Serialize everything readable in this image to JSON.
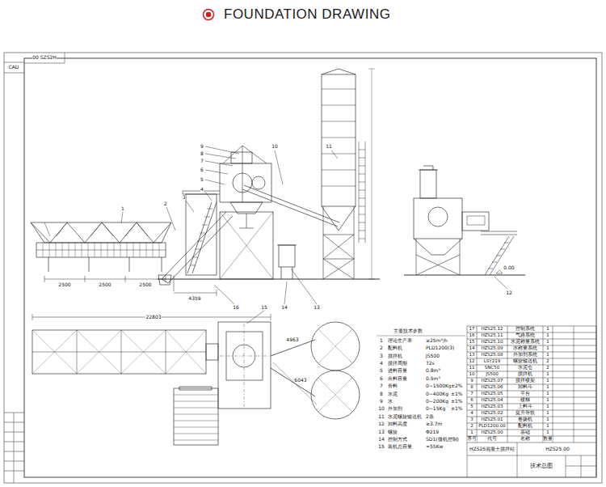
{
  "diagram": {
    "title": "FOUNDATION DRAWING",
    "labels": [
      "CAD",
      "00 SZS2H",
      "1",
      "2",
      "3",
      "4",
      "5",
      "6",
      "7",
      "8",
      "9",
      "10",
      "11",
      "2500",
      "2500",
      "2500",
      "4359",
      "16",
      "14",
      "13",
      "0.00",
      "12",
      "22803",
      "15",
      "6043",
      "4963",
      "主要技术参数",
      "1",
      "理论生产率",
      "≥25m³/h",
      "2",
      "配料机",
      "PLD1200(3)",
      "3",
      "搅拌机",
      "JS500",
      "4",
      "搅拌周期",
      "72s",
      "5",
      "进料容量",
      "0.8m³",
      "6",
      "出料容量",
      "0.5m³",
      "7",
      "骨料",
      "0~1500Kg",
      "8",
      "水泥",
      "0~400Kg",
      "9",
      "水",
      "0~200Kg",
      "10",
      "外加剂",
      "0~15Kg",
      "11",
      "水泥螺旋输送机",
      "2条",
      "12",
      "卸料高度",
      "≥3.7m",
      "13",
      "螺旋",
      "Φ219",
      "14",
      "控制方式",
      "SD1(微机控制)",
      "15",
      "装机总容量",
      "≈55Kw",
      "±2%",
      "±1%",
      "±1%",
      "±1%",
      "17",
      "HZS25.12",
      "控制系统",
      "1",
      "16",
      "HZS25.11",
      "气路系统",
      "1",
      "15",
      "HZS25.10",
      "水泥称量系统",
      "1",
      "14",
      "HZS25.09",
      "水称量系统",
      "1",
      "13",
      "HZS25.08",
      "外加剂系统",
      "1",
      "12",
      "LSY219",
      "螺旋输送机",
      "2",
      "11",
      "SNC50",
      "水泥仓",
      "2",
      "10",
      "JS500",
      "搅拌机",
      "1",
      "9",
      "HZS25.07",
      "搅拌楼架",
      "1",
      "8",
      "HZS25.06",
      "卸料斗",
      "1",
      "7",
      "HZS25.05",
      "平台",
      "1",
      "6",
      "HZS25.04",
      "楼梯",
      "1",
      "5",
      "HZS25.03",
      "上料斗",
      "1",
      "4",
      "HZS25.02",
      "提升导轨",
      "1",
      "3",
      "HZS25.01",
      "卷扬机",
      "1",
      "2",
      "PLD1200.00",
      "配料机",
      "1",
      "1",
      "HZS25.00",
      "基础",
      "1",
      "序号",
      "代号",
      "名称",
      "数量",
      "HZS25.00",
      "HZS25混凝土搅拌站",
      "技术总图"
    ]
  }
}
